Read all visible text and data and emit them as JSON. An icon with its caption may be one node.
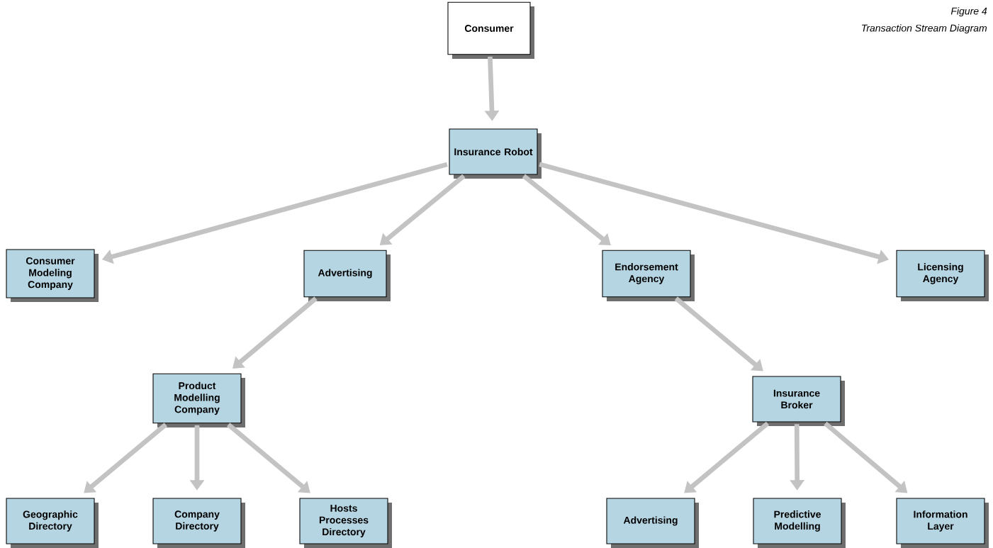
{
  "diagram": {
    "title": "Transaction Stream Diagram",
    "nodes": [
      {
        "text": [
          "Consumer"
        ]
      },
      {
        "text": [
          "Insurance Robot"
        ]
      },
      {
        "text": [
          "Consumer Modeling Company"
        ]
      },
      {
        "text": [
          "Advertising"
        ]
      },
      {
        "text": [
          "Endorsement Agency"
        ]
      },
      {
        "text": [
          "Licensing Agency"
        ]
      },
      {
        "text": [
          "Product Modelling Company"
        ]
      },
      {
        "text": [
          "Insurance Broker"
        ]
      },
      {
        "text": [
          "Geographic Directory"
        ]
      },
      {
        "text": [
          "Company Directory"
        ]
      },
      {
        "text": [
          "Hosts Processes Directory"
        ]
      },
      {
        "text": [
          "Advertising"
        ]
      },
      {
        "text": [
          "Predictive Modelling"
        ]
      },
      {
        "text": [
          "Information Layer"
        ]
      }
    ],
    "edges": [
      {
        "from": 0,
        "to": 1,
        "arrow": "to"
      },
      {
        "from": 1,
        "to": 2,
        "arrow": "to"
      },
      {
        "from": 1,
        "to": 3,
        "arrow": "to"
      },
      {
        "from": 1,
        "to": 4,
        "arrow": "to"
      },
      {
        "from": 1,
        "to": 5,
        "arrow": "to"
      },
      {
        "from": 3,
        "to": 6,
        "arrow": "to"
      },
      {
        "from": 4,
        "to": 7,
        "arrow": "to"
      },
      {
        "from": 6,
        "to": 8,
        "arrow": "to"
      },
      {
        "from": 6,
        "to": 9,
        "arrow": "to"
      },
      {
        "from": 6,
        "to": 10,
        "arrow": "to"
      },
      {
        "from": 7,
        "to": 11,
        "arrow": "to"
      },
      {
        "from": 7,
        "to": 12,
        "arrow": "to"
      },
      {
        "from": 7,
        "to": 13,
        "arrow": "to"
      }
    ],
    "labels": [
      "Figure 4"
    ]
  }
}
